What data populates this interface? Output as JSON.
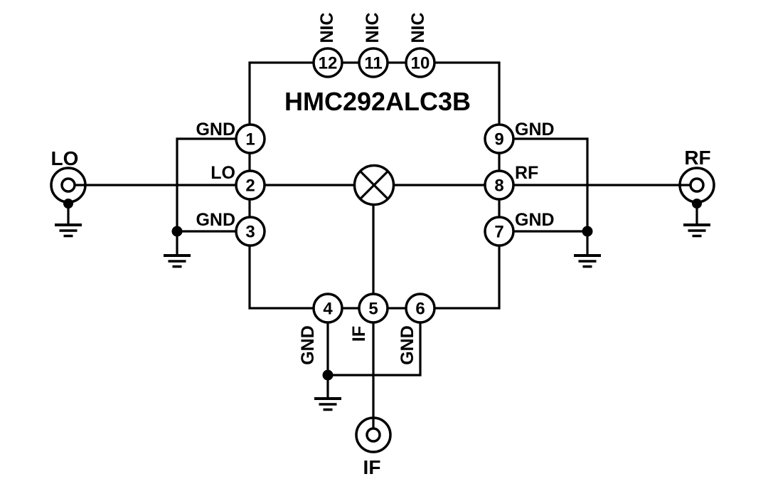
{
  "diagram": {
    "title": "HMC292ALC3B",
    "type": "schematic",
    "colors": {
      "background": "#ffffff",
      "line": "#000000",
      "text": "#000000"
    },
    "pins": [
      {
        "number": "1",
        "label": "GND",
        "side": "left"
      },
      {
        "number": "2",
        "label": "LO",
        "side": "left"
      },
      {
        "number": "3",
        "label": "GND",
        "side": "left"
      },
      {
        "number": "4",
        "label": "GND",
        "side": "bottom"
      },
      {
        "number": "5",
        "label": "IF",
        "side": "bottom"
      },
      {
        "number": "6",
        "label": "GND",
        "side": "bottom"
      },
      {
        "number": "7",
        "label": "GND",
        "side": "right"
      },
      {
        "number": "8",
        "label": "RF",
        "side": "right"
      },
      {
        "number": "9",
        "label": "GND",
        "side": "right"
      },
      {
        "number": "10",
        "label": "NIC",
        "side": "top"
      },
      {
        "number": "11",
        "label": "NIC",
        "side": "top"
      },
      {
        "number": "12",
        "label": "NIC",
        "side": "top"
      }
    ],
    "ports": [
      {
        "label": "LO",
        "position": "left"
      },
      {
        "label": "RF",
        "position": "right"
      },
      {
        "label": "IF",
        "position": "bottom"
      }
    ],
    "icons": {
      "mixer": "mixer-multiplier-icon",
      "ground": "earth-ground-icon",
      "connector": "coax-port-icon"
    }
  }
}
